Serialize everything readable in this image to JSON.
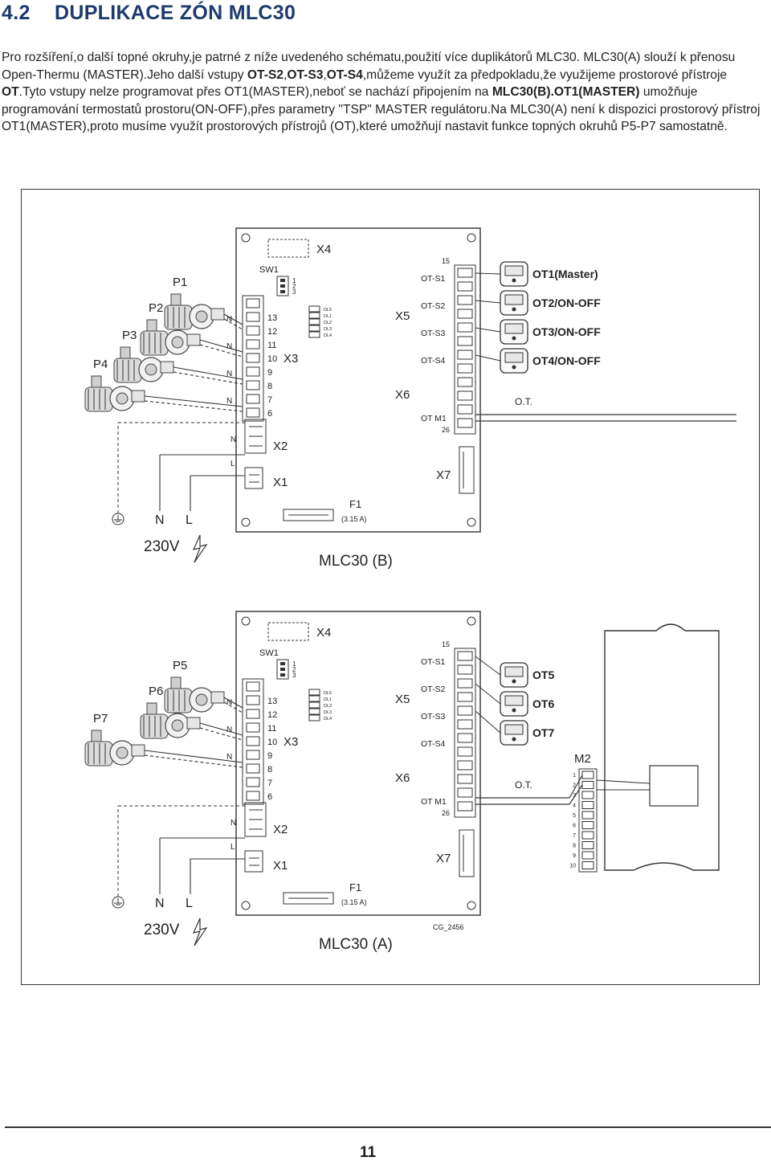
{
  "section": {
    "number": "4.2",
    "title": "DUPLIKACE ZÓN MLC30"
  },
  "paragraph": [
    {
      "t": "Pro rozšíření,o další topné okruhy,je patrné z níže uvedeného schématu,použití více duplikátorů MLC30. MLC30(A) slouží k přenosu Open-Thermu (MASTER).Jeho další vstupy ",
      "b": false
    },
    {
      "t": "OT-S2",
      "b": true
    },
    {
      "t": ",",
      "b": false
    },
    {
      "t": "OT-S3",
      "b": true
    },
    {
      "t": ",",
      "b": false
    },
    {
      "t": "OT-S4",
      "b": true
    },
    {
      "t": ",můžeme využít za předpokladu,že využijeme prostorové přístroje ",
      "b": false
    },
    {
      "t": "OT",
      "b": true
    },
    {
      "t": ".Tyto vstupy nelze programovat přes OT1(MASTER),neboť se nachází připojením na ",
      "b": false
    },
    {
      "t": "MLC30(B).",
      "b": true
    },
    {
      "t": "OT1(MASTER)",
      "b": true
    },
    {
      "t": " umožňuje programování termostatů prostoru(ON-OFF),přes parametry \"TSP\" MASTER regulátoru.Na MLC30(A) není k dispozici prostorový přístroj OT1(MASTER),proto musíme využít prostorových přístrojů (OT),které umožňují nastavit funkce topných okruhů P5-P7 samostatně.",
      "b": false
    }
  ],
  "diagram": {
    "boards": [
      {
        "caption": "MLC30 (B)",
        "pumps": [
          "P1",
          "P2",
          "P3",
          "P4"
        ],
        "thermostats": [
          "OT1(Master)",
          "OT2/ON-OFF",
          "OT3/ON-OFF",
          "OT4/ON-OFF"
        ],
        "has_boiler": false,
        "has_code": false
      },
      {
        "caption": "MLC30 (A)",
        "pumps": [
          "P5",
          "P6",
          "P7"
        ],
        "thermostats": [
          "OT5",
          "OT6",
          "OT7"
        ],
        "has_boiler": true,
        "has_code": true
      }
    ],
    "labels": {
      "x4": "X4",
      "x5": "X5",
      "x6": "X6",
      "x7": "X7",
      "x3": "X3",
      "x2": "X2",
      "x1": "X1",
      "sw1": "SW1",
      "f1": "F1",
      "fuse_rating": "(3.15 A)",
      "ot_inputs": [
        "OT-S1",
        "OT-S2",
        "OT-S3",
        "OT-S4"
      ],
      "ot_m1": "OT M1",
      "ot_top_pin": "15",
      "ot_bottom_pin": "26",
      "terminal_numbers": [
        "13",
        "12",
        "11",
        "10",
        "9",
        "8",
        "7",
        "6"
      ],
      "sw_positions": [
        "1",
        "2",
        "3"
      ],
      "leds": [
        "DL5",
        "DL1",
        "DL2",
        "DL3",
        "DL4"
      ],
      "n": "N",
      "l": "L",
      "mains": "230V",
      "ot_bus": "O.T.",
      "m2": "M2",
      "m2_pins": [
        "1",
        "2",
        "3",
        "4",
        "5",
        "6",
        "7",
        "8",
        "9",
        "10"
      ],
      "code": "CG_2456"
    }
  },
  "footer": {
    "page_number": "11"
  }
}
